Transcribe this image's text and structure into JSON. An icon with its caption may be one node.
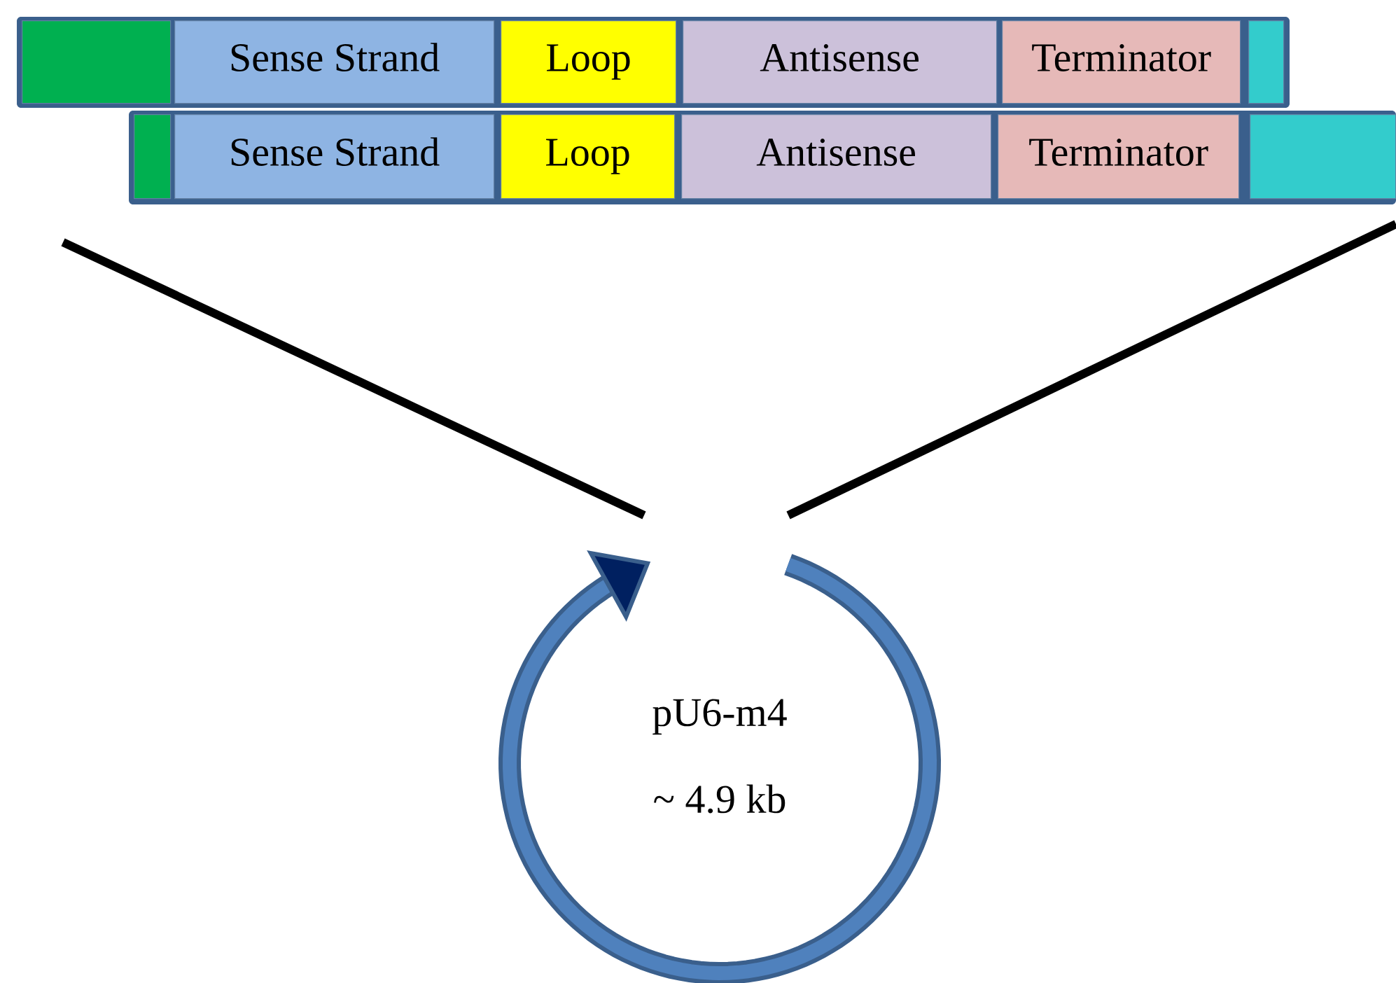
{
  "diagram": {
    "nodes": [
      {
        "text": [],
        "shape": "bar"
      },
      {
        "text": [],
        "shape": "box",
        "in": 0
      },
      {
        "text": [
          "Sense Strand"
        ],
        "in": 0
      },
      {
        "text": [
          "Loop"
        ],
        "in": 0
      },
      {
        "text": [
          "Antisense"
        ],
        "in": 0
      },
      {
        "text": [
          "Terminator"
        ],
        "in": 0
      },
      {
        "text": [],
        "shape": "box",
        "in": 0
      },
      {
        "text": [],
        "shape": "bar"
      },
      {
        "text": [],
        "shape": "box",
        "in": 7
      },
      {
        "text": [
          "Sense Strand"
        ],
        "in": 7
      },
      {
        "text": [
          "Loop"
        ],
        "in": 7
      },
      {
        "text": [
          "Antisense"
        ],
        "in": 7
      },
      {
        "text": [
          "Terminator"
        ],
        "in": 7
      },
      {
        "text": [],
        "shape": "box",
        "in": 7
      },
      {
        "text": [
          "pU6-m4",
          "~ 4.9 kb"
        ]
      }
    ]
  }
}
